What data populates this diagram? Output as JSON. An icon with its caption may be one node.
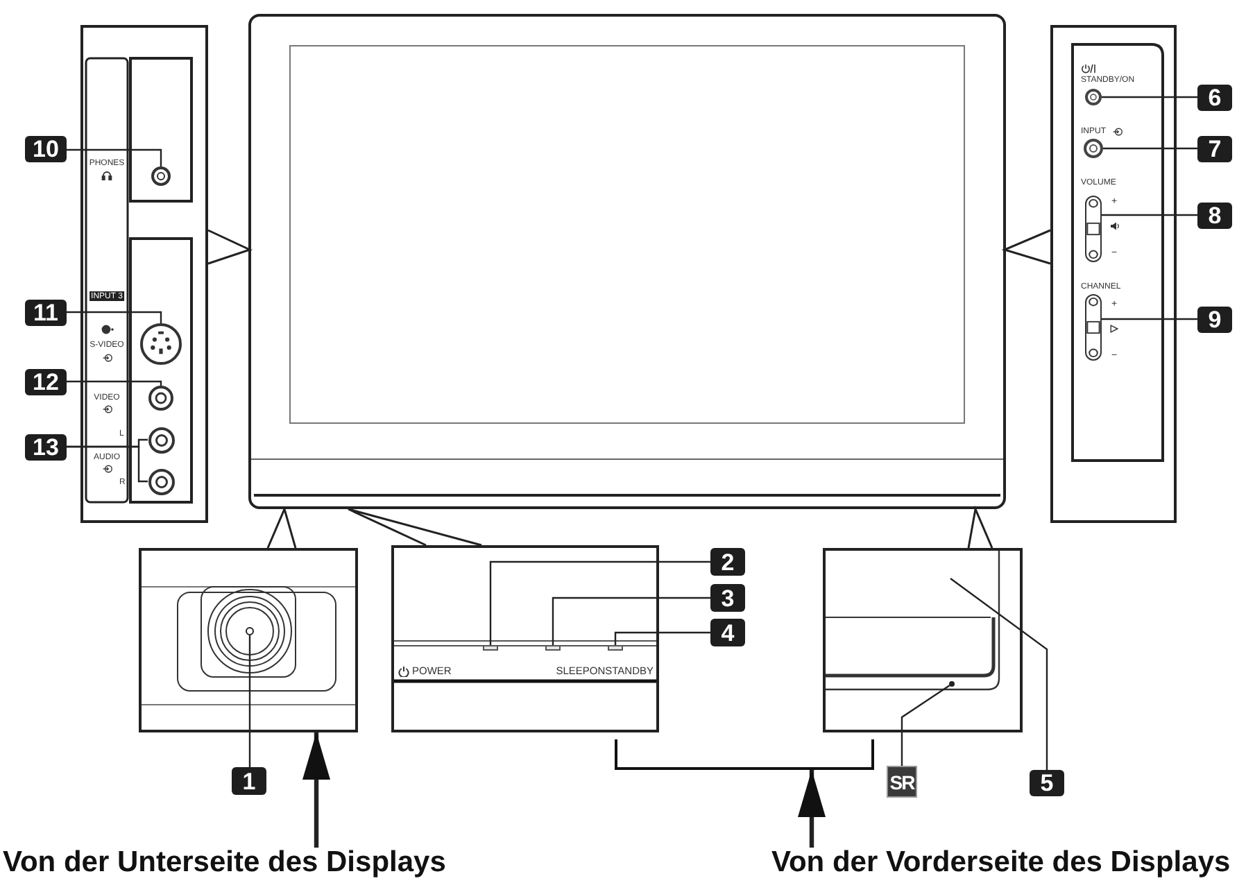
{
  "diagram": {
    "nodes": [
      {
        "text": [
          "PHONES",
          "INPUT 3",
          "S-VIDEO",
          "VIDEO",
          "L",
          "AUDIO",
          "R"
        ]
      },
      {
        "text": [],
        "shape": "circle",
        "in": 0
      },
      {
        "text": [],
        "shape": "circle",
        "in": 0
      },
      {
        "text": [],
        "shape": "circle",
        "in": 0
      },
      {
        "text": [],
        "shape": "circle",
        "in": 0
      },
      {
        "text": [],
        "shape": "circle",
        "in": 0
      },
      {
        "text": [
          "10"
        ]
      },
      {
        "text": [
          "11"
        ]
      },
      {
        "text": [
          "12"
        ]
      },
      {
        "text": [
          "13"
        ]
      },
      {
        "text": [
          "STANDBY/ON",
          "INPUT",
          "VOLUME",
          "+",
          "−",
          "CHANNEL",
          "+",
          "−"
        ]
      },
      {
        "text": [],
        "shape": "circle",
        "in": 10
      },
      {
        "text": [],
        "shape": "circle",
        "in": 10
      },
      {
        "text": [],
        "shape": "bar",
        "in": 10
      },
      {
        "text": [],
        "shape": "bar",
        "in": 10
      },
      {
        "text": [
          "6"
        ]
      },
      {
        "text": [
          "7"
        ]
      },
      {
        "text": [
          "8"
        ]
      },
      {
        "text": [
          "9"
        ]
      },
      {
        "text": [],
        "shape": "box"
      },
      {
        "text": [],
        "shape": "circle",
        "in": 19
      },
      {
        "text": [
          "1"
        ]
      },
      {
        "text": [
          "POWER",
          "SLEEPONSTANDBY"
        ]
      },
      {
        "text": [],
        "shape": "box",
        "in": 22
      },
      {
        "text": [],
        "shape": "box",
        "in": 22
      },
      {
        "text": [],
        "shape": "box",
        "in": 22
      },
      {
        "text": [
          "2"
        ]
      },
      {
        "text": [
          "3"
        ]
      },
      {
        "text": [
          "4"
        ]
      },
      {
        "text": [],
        "shape": "box"
      },
      {
        "text": [],
        "shape": "circle",
        "in": 29
      },
      {
        "text": [
          "SR"
        ]
      },
      {
        "text": [
          "5"
        ]
      },
      {
        "text": [],
        "shape": "bracket"
      },
      {
        "text": [
          "Von der Unterseite des Displays"
        ]
      },
      {
        "text": [
          "Von der Vorderseite des Displays"
        ]
      }
    ],
    "edges": [
      {
        "from": 6,
        "to": 1,
        "arrow": "none"
      },
      {
        "from": 7,
        "to": 2,
        "arrow": "none"
      },
      {
        "from": 8,
        "to": 3,
        "arrow": "none"
      },
      {
        "from": 9,
        "to": 4,
        "arrow": "none"
      },
      {
        "from": 9,
        "to": 5,
        "arrow": "none"
      },
      {
        "from": 15,
        "to": 11,
        "arrow": "none"
      },
      {
        "from": 16,
        "to": 12,
        "arrow": "none"
      },
      {
        "from": 17,
        "to": 13,
        "arrow": "none"
      },
      {
        "from": 18,
        "to": 14,
        "arrow": "none"
      },
      {
        "from": 21,
        "to": 20,
        "arrow": "none"
      },
      {
        "from": 26,
        "to": 23,
        "arrow": "none"
      },
      {
        "from": 27,
        "to": 24,
        "arrow": "none"
      },
      {
        "from": 28,
        "to": 25,
        "arrow": "none"
      },
      {
        "from": 31,
        "to": 30,
        "arrow": "none"
      },
      {
        "from": 32,
        "to": 29,
        "arrow": "none"
      },
      {
        "from": 34,
        "to": 19,
        "arrow": "to",
        "style": "thick"
      },
      {
        "from": 35,
        "to": 33,
        "arrow": "to",
        "style": "thick"
      }
    ]
  }
}
